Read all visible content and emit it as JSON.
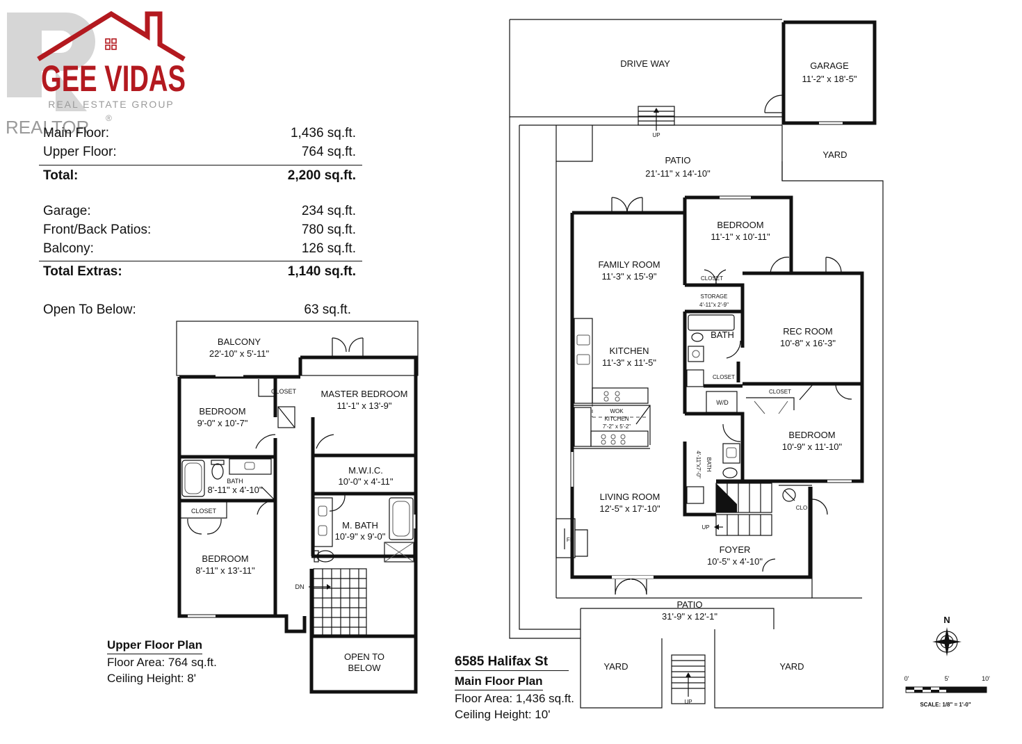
{
  "logo": {
    "brand": "GEE VIDAS",
    "tagline": "REAL ESTATE GROUP",
    "realtor": "REALTOR",
    "reg_mark": "®"
  },
  "area_summary": {
    "main_floor": {
      "label": "Main Floor:",
      "value": "1,436 sq.ft."
    },
    "upper_floor": {
      "label": "Upper Floor:",
      "value": "764 sq.ft."
    },
    "total": {
      "label": "Total:",
      "value": "2,200 sq.ft."
    },
    "garage": {
      "label": "Garage:",
      "value": "234 sq.ft."
    },
    "patios": {
      "label": "Front/Back Patios:",
      "value": "780 sq.ft."
    },
    "balcony": {
      "label": "Balcony:",
      "value": "126 sq.ft."
    },
    "total_extras": {
      "label": "Total Extras:",
      "value": "1,140 sq.ft."
    },
    "open_to_below": {
      "label": "Open To Below:",
      "value": "63 sq.ft."
    }
  },
  "upper_floor": {
    "title": "Upper Floor Plan",
    "floor_area": "Floor Area: 764 sq.ft.",
    "ceiling": "Ceiling Height: 8'",
    "rooms": {
      "balcony": {
        "name": "BALCONY",
        "dims": "22'-10\" x 5'-11\""
      },
      "bedroom1": {
        "name": "BEDROOM",
        "dims": "9'-0\" x 10'-7\""
      },
      "closet1": "CLOSET",
      "master": {
        "name": "MASTER BEDROOM",
        "dims": "11'-1\" x 13'-9\""
      },
      "bath": {
        "name": "BATH",
        "dims": "8'-11\" x 4'-10\""
      },
      "mwic": {
        "name": "M.W.I.C.",
        "dims": "10'-0\" x 4'-11\""
      },
      "closet2": "CLOSET",
      "mbath": {
        "name": "M. BATH",
        "dims": "10'-9\" x 9'-0\""
      },
      "bedroom2": {
        "name": "BEDROOM",
        "dims": "8'-11\" x 13'-11\""
      },
      "dn": "DN",
      "open_to_below": {
        "line1": "OPEN TO",
        "line2": "BELOW"
      }
    }
  },
  "main_floor": {
    "address": "6585 Halifax St",
    "title": "Main Floor Plan",
    "floor_area": "Floor Area: 1,436 sq.ft.",
    "ceiling": "Ceiling Height: 10'",
    "rooms": {
      "driveway": "DRIVE WAY",
      "garage": {
        "name": "GARAGE",
        "dims": "11'-2\" x 18'-5\""
      },
      "yard_top": "YARD",
      "up_top": "UP",
      "patio_back": {
        "name": "PATIO",
        "dims": "21'-11\" x 14'-10\""
      },
      "bedroom_top": {
        "name": "BEDROOM",
        "dims": "11'-1\" x 10'-11\""
      },
      "closet_top": "CLOSET",
      "family": {
        "name": "FAMILY ROOM",
        "dims": "11'-3\" x 15'-9\""
      },
      "storage": {
        "name": "STORAGE",
        "dims": "4'-11\"x 2'-9\""
      },
      "bath_main": "BATH",
      "rec": {
        "name": "REC ROOM",
        "dims": "10'-8\" x 16'-3\""
      },
      "kitchen": {
        "name": "KITCHEN",
        "dims": "11'-3\" x 11'-5\""
      },
      "closet_mid": "CLOSET",
      "wd": "W/D",
      "closet_bed": "CLOSET",
      "wok": {
        "line1": "WOK",
        "line2": "KITCHEN",
        "dims": "7'-2\" x 5'-2\""
      },
      "bedroom_right": {
        "name": "BEDROOM",
        "dims": "10'-9\" x 11'-10\""
      },
      "bath_side": {
        "name": "BATH",
        "dims": "4'-11\"x7'-0\""
      },
      "clo": "CLO",
      "living": {
        "name": "LIVING ROOM",
        "dims": "12'-5\" x 17'-10\""
      },
      "up_foyer": "UP",
      "fp": "FP",
      "foyer": {
        "name": "FOYER",
        "dims": "10'-5\" x 4'-10\""
      },
      "patio_front": {
        "name": "PATIO",
        "dims": "31'-9\" x 12'-1\""
      },
      "yard_left": "YARD",
      "yard_right": "YARD",
      "up_bottom": "UP"
    }
  },
  "compass": {
    "label": "N"
  },
  "scale": {
    "t0": "0'",
    "t5": "5'",
    "t10": "10'",
    "label": "SCALE: 1/8\" = 1'-0\""
  },
  "colors": {
    "brand_red": "#b3191f",
    "wall": "#111111"
  }
}
